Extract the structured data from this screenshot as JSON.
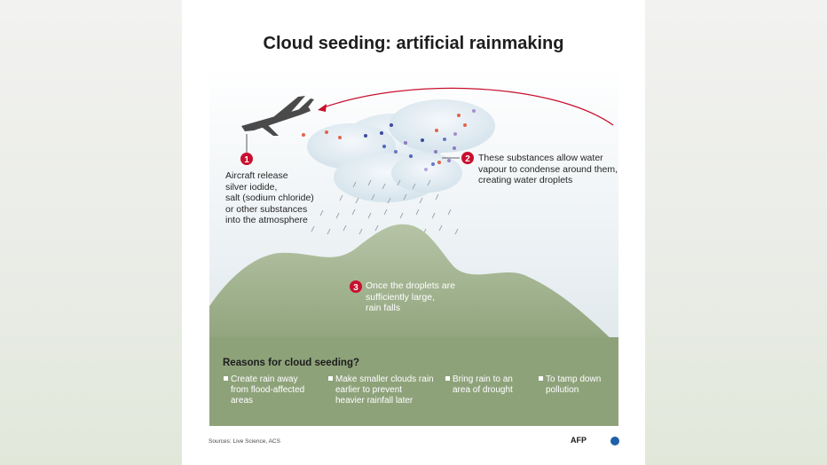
{
  "title": "Cloud seeding: artificial rainmaking",
  "steps": [
    {
      "number": "1",
      "lines": [
        "Aircraft release",
        "silver iodide,",
        "salt (sodium chloride)",
        "or other substances",
        "into the atmosphere"
      ]
    },
    {
      "number": "2",
      "lines": [
        "These substances allow water",
        "vapour to condense around them,",
        "creating water droplets"
      ]
    },
    {
      "number": "3",
      "lines": [
        "Once the droplets are",
        "sufficiently large,",
        "rain falls"
      ]
    }
  ],
  "reasons": {
    "title": "Reasons for cloud seeding?",
    "items": [
      {
        "lines": [
          "Create rain away",
          "from flood-affected",
          "areas"
        ]
      },
      {
        "lines": [
          "Make smaller clouds rain",
          "earlier to prevent",
          "heavier rainfall later"
        ]
      },
      {
        "lines": [
          "Bring rain to an",
          "area of drought"
        ]
      },
      {
        "lines": [
          "To tamp down",
          "pollution"
        ]
      }
    ]
  },
  "footer": {
    "source": "Sources: Live Science, ACS",
    "logo": "AFP"
  },
  "colors": {
    "accent": "#c8102e",
    "mountain": "#9daf8c",
    "ground": "#8ea27a",
    "sky_top": "#ffffff",
    "sky_bottom": "#dde6ec"
  },
  "icons": [
    "airplane-icon",
    "cloud-icon",
    "rain-icon",
    "flight-path-arrow-icon",
    "mountain-icon"
  ]
}
